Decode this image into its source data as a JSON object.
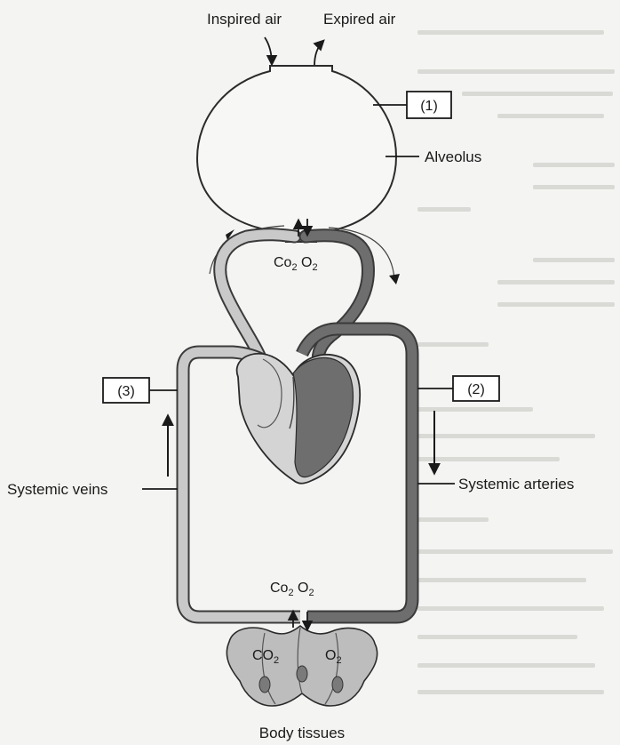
{
  "labels": {
    "inspired_air": "Inspired air",
    "expired_air": "Expired air",
    "box1": "(1)",
    "alveolus": "Alveolus",
    "gas_top_co2": "Co",
    "gas_top_co2_sub": "2",
    "gas_top_o2": "O",
    "gas_top_o2_sub": "2",
    "box3": "(3)",
    "box2": "(2)",
    "systemic_veins": "Systemic veins",
    "systemic_arteries": "Systemic arteries",
    "gas_bottom_co2": "Co",
    "gas_bottom_co2_sub": "2",
    "gas_bottom_o2": "O",
    "gas_bottom_o2_sub": "2",
    "tissue_co2": "CO",
    "tissue_co2_sub": "2",
    "tissue_o2": "O",
    "tissue_o2_sub": "2",
    "body_tissues": "Body tissues"
  },
  "colors": {
    "oxygenated_blood": "#6e6e6e",
    "deoxygenated_blood": "#c9c9c9",
    "vessel_outline": "#3a3a3a",
    "heart_fill": "#cfcfcf",
    "tissue_fill": "#bdbdbd"
  }
}
